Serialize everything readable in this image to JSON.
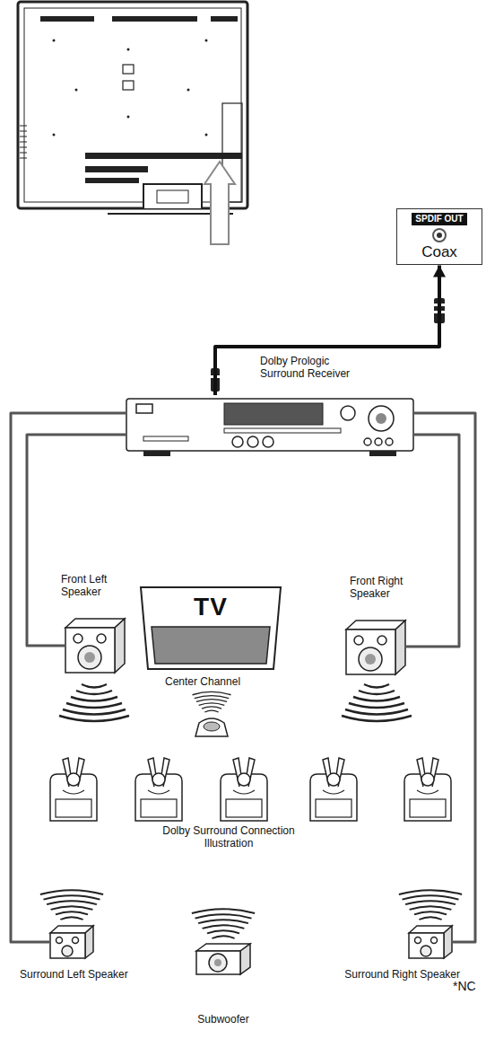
{
  "diagram": {
    "nodes": [
      {
        "text": [
          "SPDIF OUT",
          "Coax"
        ]
      },
      {
        "text": [
          "Dolby Prologic Surround Receiver"
        ]
      },
      {
        "text": [
          "Front Left Speaker"
        ]
      },
      {
        "text": [
          "TV"
        ]
      },
      {
        "text": [
          "Front Right Speaker"
        ]
      },
      {
        "text": [
          "Center Channel"
        ]
      },
      {
        "text": [
          "Surround Left Speaker"
        ]
      },
      {
        "text": [
          "Subwoofer"
        ]
      },
      {
        "text": [
          "Surround Right Speaker"
        ]
      }
    ],
    "edges": [
      {
        "from": 1,
        "to": 0,
        "arrow": "to"
      },
      {
        "from": 1,
        "to": 2,
        "arrow": "none"
      },
      {
        "from": 1,
        "to": 4,
        "arrow": "none"
      },
      {
        "from": 1,
        "to": 6,
        "arrow": "none"
      },
      {
        "from": 1,
        "to": 8,
        "arrow": "none"
      }
    ],
    "labels": [
      "Dolby Surround Connection Illustration",
      "*NC"
    ]
  }
}
